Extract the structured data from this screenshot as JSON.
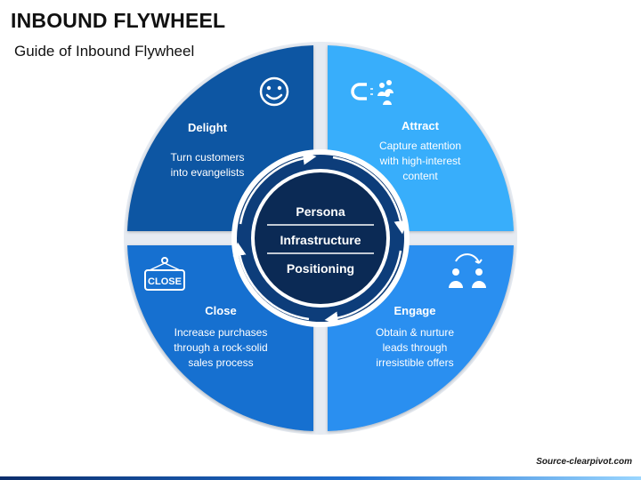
{
  "header": {
    "title": "INBOUND FLYWHEEL",
    "subtitle": "Guide of Inbound Flywheel"
  },
  "footer": {
    "source": "Source-clearpivot.com"
  },
  "center": {
    "items": [
      "Persona",
      "Infrastructure",
      "Positioning"
    ]
  },
  "quadrants": {
    "delight": {
      "title": "Delight",
      "desc": [
        "Turn customers",
        "into evangelists"
      ],
      "icon": "smiley-icon",
      "color": "#0e56a3"
    },
    "attract": {
      "title": "Attract",
      "desc": [
        "Capture attention",
        "with high-interest",
        "content"
      ],
      "icon": "magnet-people-icon",
      "color": "#38aefb"
    },
    "close": {
      "title": "Close",
      "desc": [
        "Increase purchases",
        "through a rock-solid",
        "sales process"
      ],
      "icon": "close-sign-icon",
      "icon_label": "CLOSE",
      "color": "#1270d0"
    },
    "engage": {
      "title": "Engage",
      "desc": [
        "Obtain & nurture",
        "leads through",
        "irresistible offers"
      ],
      "icon": "engage-people-icon",
      "color": "#2a8ff0"
    }
  },
  "colors": {
    "hub": "#0b2a55",
    "ring": "#0d3d7a"
  }
}
